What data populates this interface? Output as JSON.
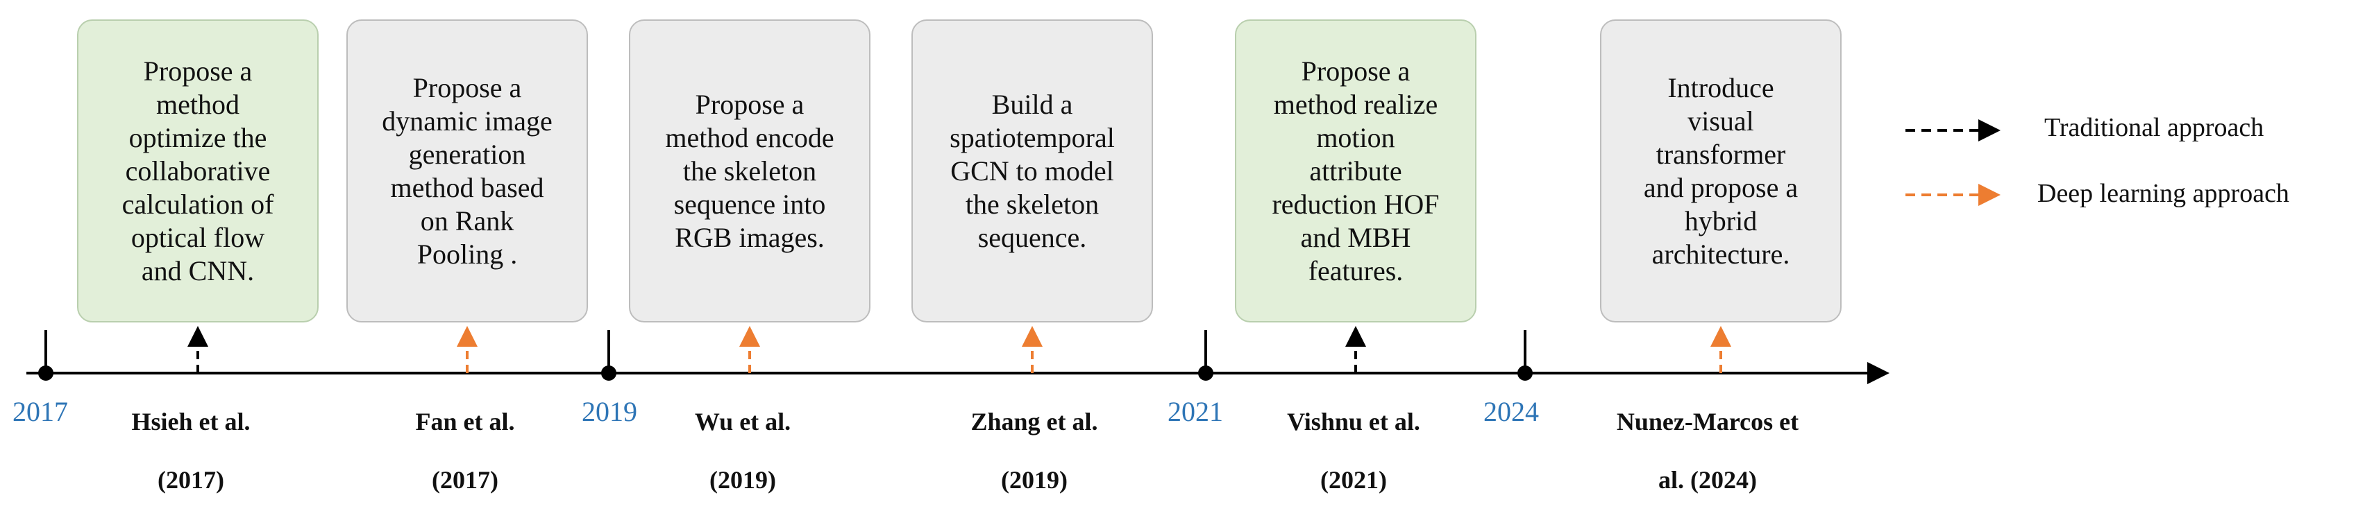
{
  "colors": {
    "traditional": "#000000",
    "deep_learning": "#ed7d31",
    "year_text": "#2e75b6",
    "green_box": "#e2efd9",
    "grey_box": "#ececec"
  },
  "legend": {
    "traditional": "Traditional approach",
    "deep_learning": "Deep learning approach"
  },
  "years": [
    "2017",
    "2019",
    "2021",
    "2024"
  ],
  "events": [
    {
      "text": "Propose a\nmethod\noptimize the\ncollaborative\ncalculation of\noptical flow\nand CNN.",
      "author": "Hsieh et al.\n(2017)",
      "approach": "traditional"
    },
    {
      "text": "Propose a\ndynamic image\ngeneration\nmethod based\non Rank\nPooling .",
      "author": "Fan et al.\n(2017)",
      "approach": "deep_learning"
    },
    {
      "text": "Propose a\nmethod encode\nthe skeleton\nsequence into\nRGB images.",
      "author": "Wu et al.\n(2019)",
      "approach": "deep_learning"
    },
    {
      "text": "Build a\nspatiotemporal\nGCN to model\nthe skeleton\nsequence.",
      "author": "Zhang  et al.\n(2019)",
      "approach": "deep_learning"
    },
    {
      "text": "Propose a\nmethod realize\nmotion\nattribute\nreduction HOF\nand MBH\nfeatures.",
      "author": "Vishnu et al.\n(2021)",
      "approach": "traditional"
    },
    {
      "text": "Introduce\nvisual\ntransformer\nand propose a\nhybrid\narchitecture.",
      "author": "Nunez-Marcos et\nal. (2024)",
      "approach": "deep_learning"
    }
  ]
}
